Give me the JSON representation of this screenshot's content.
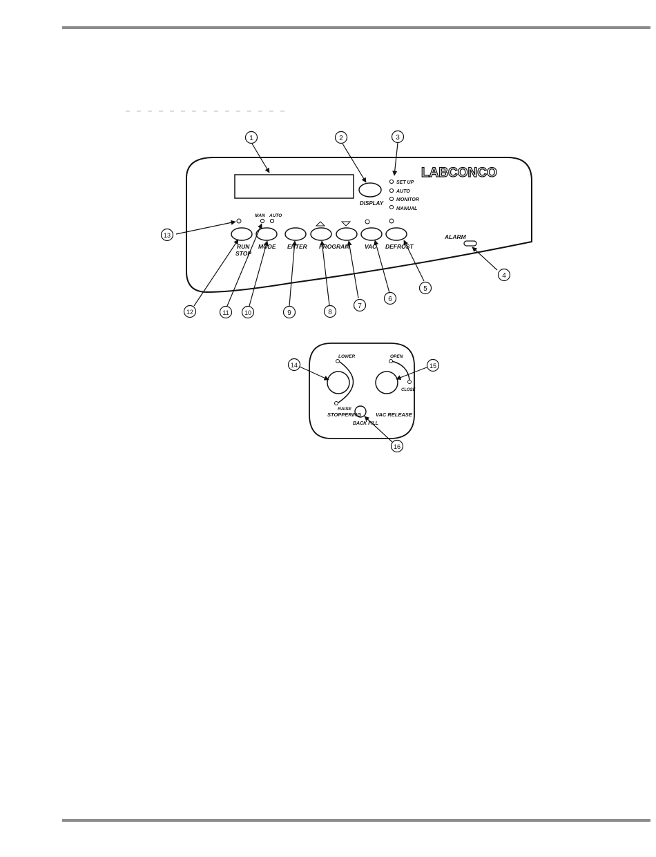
{
  "panel": {
    "brand": "LABCONCO",
    "display_label": "DISPLAY",
    "status_leds": [
      "SET UP",
      "AUTO",
      "MONITOR",
      "MANUAL"
    ],
    "mode_leds": {
      "man": "MAN",
      "auto": "AUTO"
    },
    "buttons": {
      "run": "RUN",
      "stop": "STOP",
      "mode": "MODE",
      "enter": "ENTER",
      "program": "PROGRAM",
      "vac": "VAC",
      "defrost": "DEFROST"
    },
    "alarm_label": "ALARM"
  },
  "valve_panel": {
    "lower": "LOWER",
    "raise": "RAISE",
    "stoppering": "STOPPERING",
    "open": "OPEN",
    "close": "CLOSE",
    "vac_release": "VAC RELEASE",
    "back_fill": "BACK FILL"
  },
  "callouts": [
    "1",
    "2",
    "3",
    "4",
    "5",
    "6",
    "7",
    "8",
    "9",
    "10",
    "11",
    "12",
    "13",
    "14",
    "15",
    "16"
  ]
}
